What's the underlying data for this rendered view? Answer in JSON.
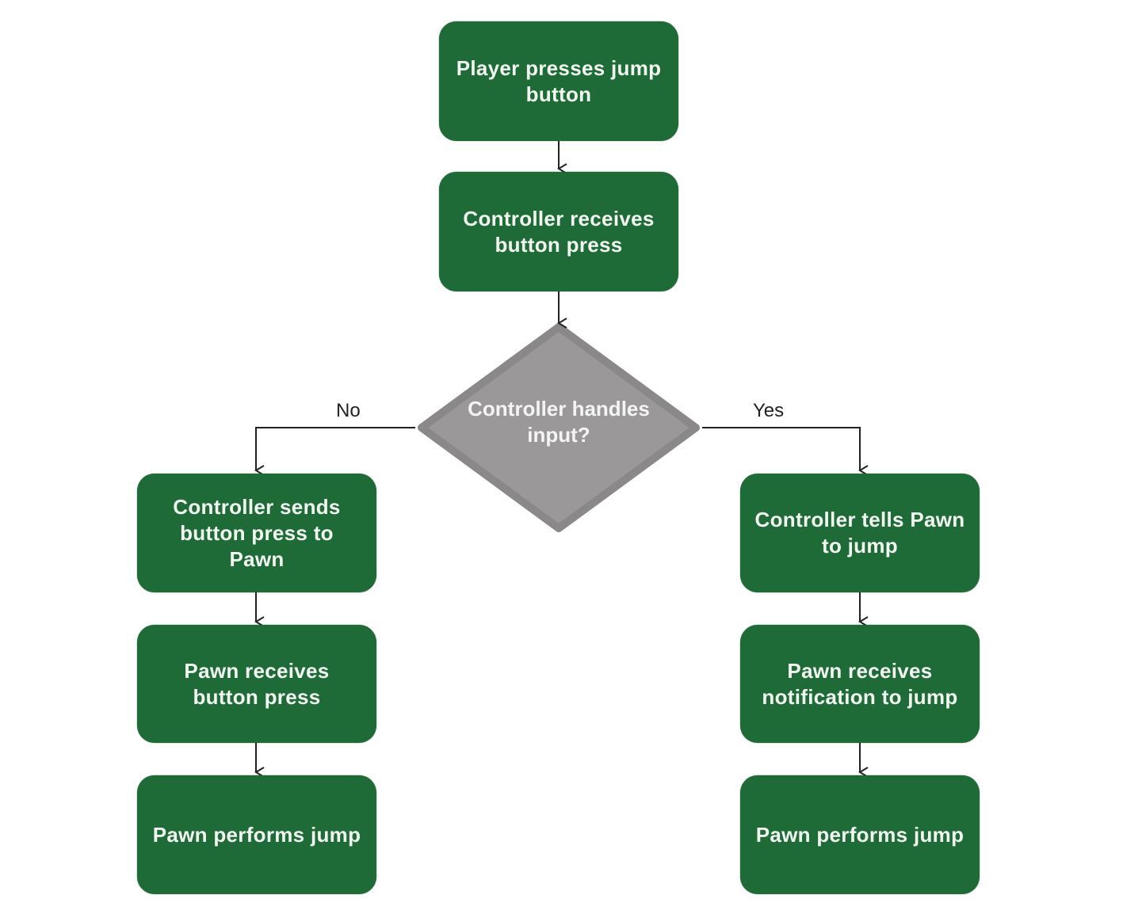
{
  "diagram": {
    "colors": {
      "process": "#1e6b38",
      "decision": "#9a9898",
      "edge": "#222222",
      "text": "#ffffff"
    },
    "nodes": {
      "start": "Player presses jump\nbutton",
      "receive": "Controller receives\nbutton press",
      "decision": "Controller handles\ninput?",
      "no1": "Controller sends\nbutton press to\nPawn",
      "no2": "Pawn receives\nbutton press",
      "no3": "Pawn performs jump",
      "yes1": "Controller tells Pawn\nto jump",
      "yes2": "Pawn receives\nnotification to jump",
      "yes3": "Pawn performs jump"
    },
    "edge_labels": {
      "no": "No",
      "yes": "Yes"
    },
    "edges": [
      [
        "start",
        "receive"
      ],
      [
        "receive",
        "decision"
      ],
      [
        "decision",
        "no1",
        "No"
      ],
      [
        "no1",
        "no2"
      ],
      [
        "no2",
        "no3"
      ],
      [
        "decision",
        "yes1",
        "Yes"
      ],
      [
        "yes1",
        "yes2"
      ],
      [
        "yes2",
        "yes3"
      ]
    ]
  }
}
